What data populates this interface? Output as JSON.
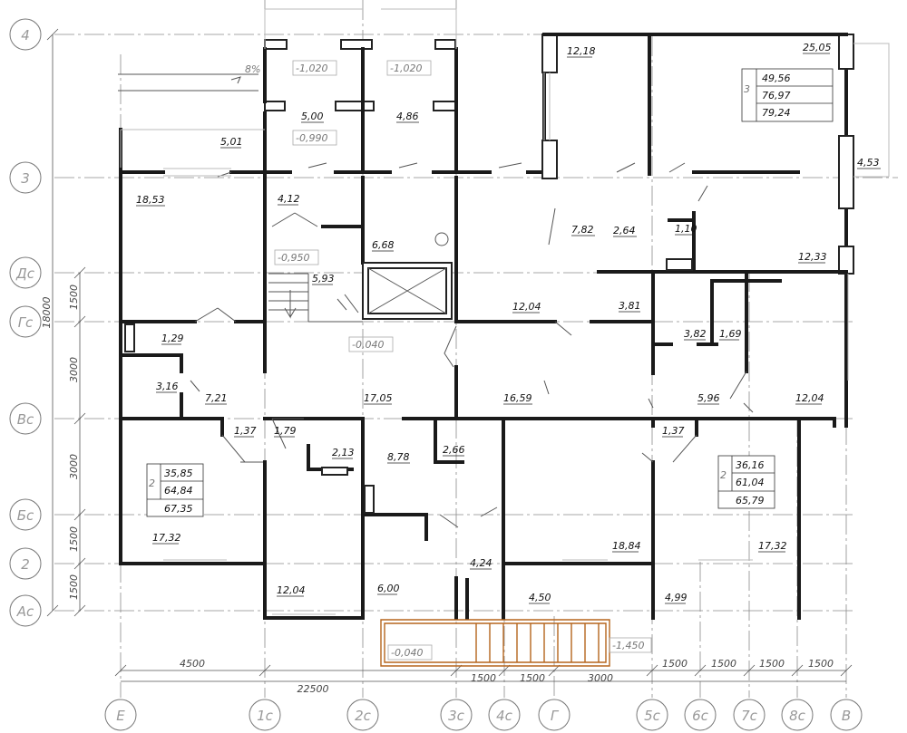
{
  "axes": {
    "horizontal": [
      "4",
      "3",
      "Дс",
      "Гс",
      "Вс",
      "Бс",
      "2",
      "Ас"
    ],
    "vertical": [
      "Е",
      "1с",
      "2с",
      "3с",
      "4с",
      "Г",
      "5с",
      "6с",
      "7с",
      "8с",
      "В"
    ]
  },
  "dimensions": {
    "left_total": "18000",
    "left": [
      "1500",
      "3000",
      "3000",
      "1500",
      "1500"
    ],
    "bottom_total": "22500",
    "bottom": [
      "4500",
      "1500",
      "1500",
      "3000",
      "1500",
      "1500",
      "1500",
      "1500"
    ]
  },
  "slope": "8%",
  "levels": {
    "balcony_left": "-1,020",
    "balcony_right": "-1,020",
    "balcony_lower": "-0,990",
    "landing": "-0,950",
    "hall": "-0,040",
    "entrance": "-0,040",
    "ground": "-1,450"
  },
  "rooms": {
    "r1": "12,18",
    "r2": "25,05",
    "r3": "5,00",
    "r4": "4,86",
    "r5": "5,01",
    "r6": "4,53",
    "r7": "18,53",
    "r8": "4,12",
    "r9": "6,68",
    "r10": "7,82",
    "r11": "2,64",
    "r12": "1,10",
    "r13": "12,33",
    "r14": "5,93",
    "r15": "12,04",
    "r16": "3,81",
    "r17": "1,29",
    "r18": "3,82",
    "r19": "1,69",
    "r20": "3,16",
    "r21": "7,21",
    "r22": "17,05",
    "r23": "16,59",
    "r24": "5,96",
    "r25": "12,04",
    "r26": "1,37",
    "r27": "1,79",
    "r28": "2,13",
    "r29": "8,78",
    "r30": "2,66",
    "r31": "1,37",
    "r32": "17,32",
    "r33": "4,24",
    "r34": "18,84",
    "r35": "17,32",
    "r36": "12,04",
    "r37": "6,00",
    "r38": "4,50",
    "r39": "4,99"
  },
  "apartments": {
    "top_right": {
      "rooms": "3",
      "living": "49,56",
      "area": "76,97",
      "total": "79,24"
    },
    "left": {
      "rooms": "2",
      "living": "35,85",
      "area": "64,84",
      "total": "67,35"
    },
    "right": {
      "rooms": "2",
      "living": "36,16",
      "area": "61,04",
      "total": "65,79"
    }
  }
}
